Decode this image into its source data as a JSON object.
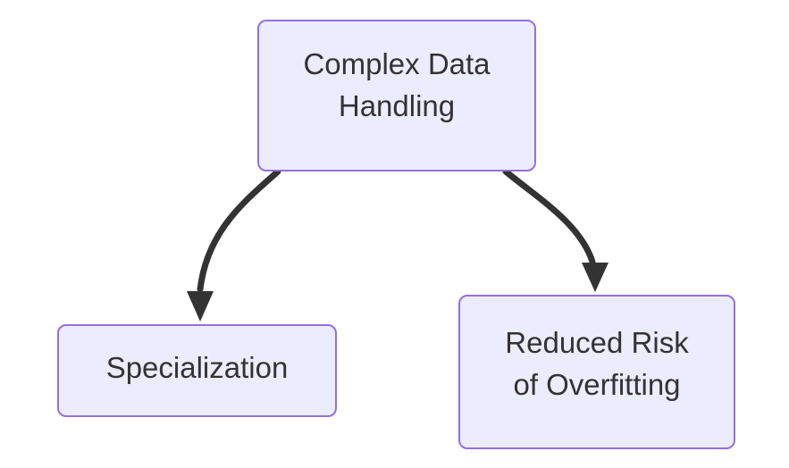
{
  "diagram": {
    "type": "flowchart",
    "direction": "top-down",
    "colors": {
      "background": "#ffffff",
      "node_fill": "#ececff",
      "node_border": "#9370db",
      "node_text": "#333333",
      "edge": "#333333"
    },
    "nodes": [
      {
        "id": "complex-data-handling",
        "label": "Complex Data Handling"
      },
      {
        "id": "specialization",
        "label": "Specialization"
      },
      {
        "id": "reduced-risk-of-overfitting",
        "label": "Reduced Risk of Overfitting"
      }
    ],
    "edges": [
      {
        "from": "complex-data-handling",
        "to": "specialization",
        "style": "solid-arrow"
      },
      {
        "from": "complex-data-handling",
        "to": "reduced-risk-of-overfitting",
        "style": "solid-arrow"
      }
    ]
  }
}
